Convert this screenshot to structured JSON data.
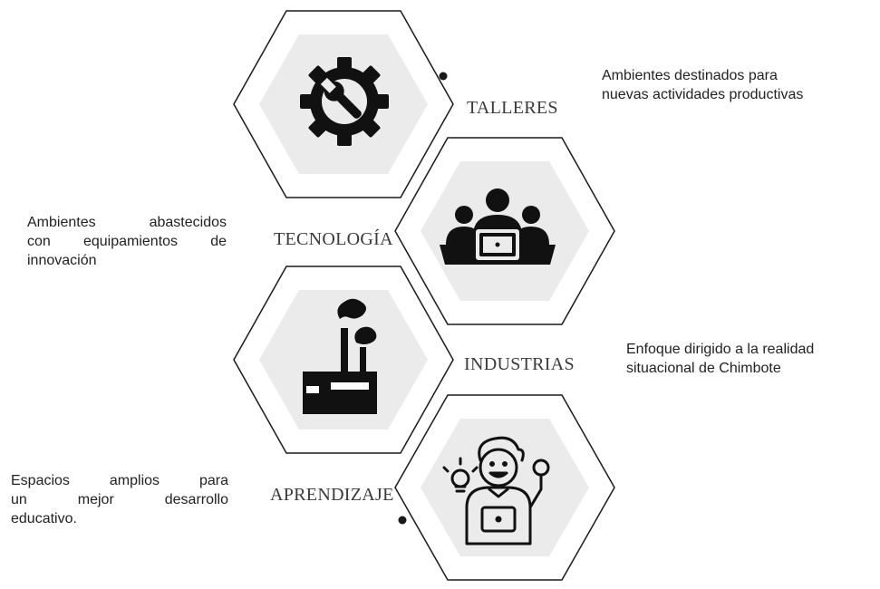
{
  "items": [
    {
      "label": "TALLERES",
      "icon": "gear-wrench-icon",
      "description": [
        "Ambientes destinados para",
        "nuevas actividades productivas"
      ]
    },
    {
      "label": "TECNOLOGÍA",
      "icon": "team-laptop-icon",
      "description": [
        "Ambientes abastecidos",
        "con equipamientos de",
        "innovación"
      ]
    },
    {
      "label": "INDUSTRIAS",
      "icon": "factory-icon",
      "description": [
        "Enfoque dirigido a la realidad",
        "situacional de Chimbote"
      ]
    },
    {
      "label": "APRENDIZAJE",
      "icon": "student-idea-icon",
      "description": [
        "Espacios amplios para",
        "un mejor desarrollo",
        "educativo."
      ]
    }
  ],
  "colors": {
    "outline": "#1a1a1a",
    "inner_fill": "#ebebeb",
    "icon": "#111111",
    "text": "#222222"
  }
}
